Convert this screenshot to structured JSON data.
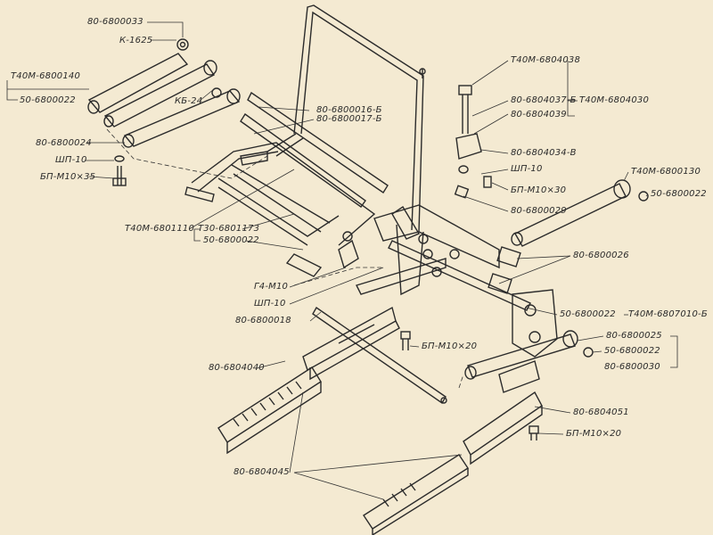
{
  "colors": {
    "paper": "#f4ead2",
    "ink": "#2b2b2b"
  },
  "labels": {
    "l01": "80-6800033",
    "l02": "К-1625",
    "l03": "Т40М-6800140",
    "l04": "50-6800022",
    "l05": "КБ-24",
    "l06": "80-6800016-Б",
    "l07": "80-6800017-Б",
    "l08": "80-6800024",
    "l09": "ШП-10",
    "l10": "БП-М10×35",
    "l11": "Т40М-6804038",
    "l12": "80-6804037-Б",
    "l13": "80-6804039",
    "l14": "Т40М-6804030",
    "l15": "80-6804034-В",
    "l16": "ШП-10",
    "l17": "БП-М10×30",
    "l18": "Т40М-6800130",
    "l19": "50-6800022",
    "l20": "80-6800029",
    "l21": "Т40М-6801110",
    "l22": "Т30-6801173",
    "l23": "50-6800022",
    "l24": "80-6800026",
    "l25": "Г4-М10",
    "l26": "ШП-10",
    "l27": "50-6800022",
    "l28": "Т40М-6807010-Б",
    "l29": "80-6800018",
    "l30": "80-6800025",
    "l31": "БП-М10×20",
    "l32": "50-6800022",
    "l33": "80-6800030",
    "l34": "80-6804040",
    "l35": "80-6804051",
    "l36": "БП-М10×20",
    "l37": "80-6804045"
  }
}
